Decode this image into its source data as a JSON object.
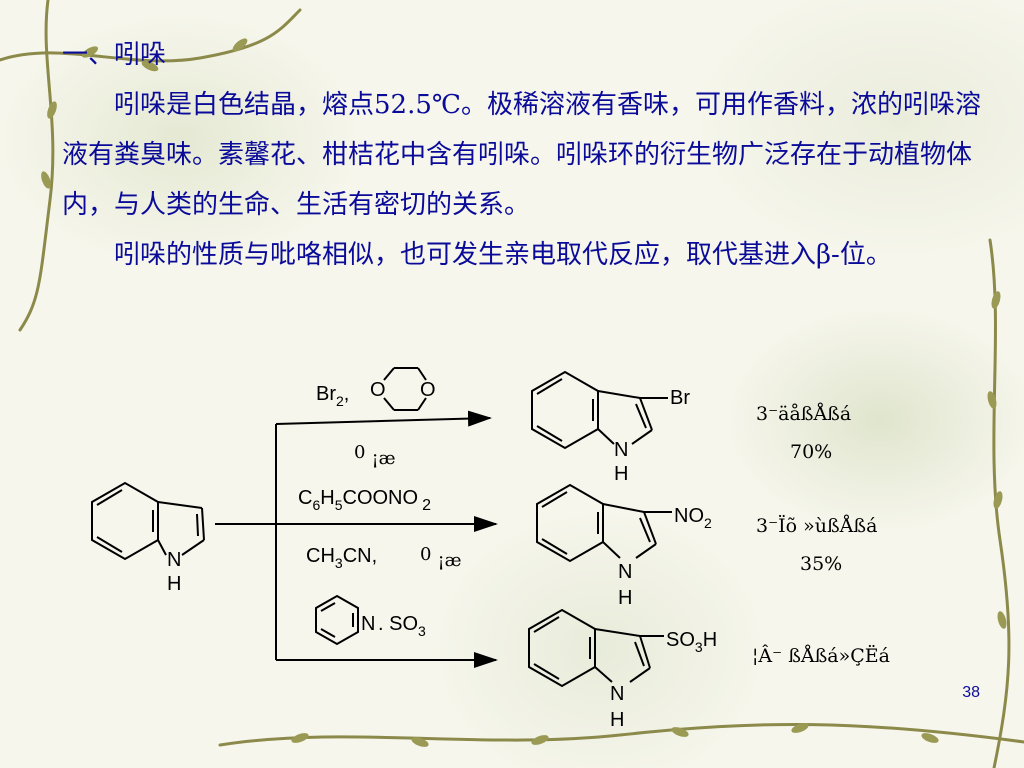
{
  "slide": {
    "heading": "一、吲哚",
    "paragraph1": "吲哚是白色结晶，熔点52.5℃。极稀溶液有香味，可用作香料，浓的吲哚溶液有粪臭味。素馨花、柑桔花中含有吲哚。吲哚环的衍生物广泛存在于动植物体内，与人类的生命、生活有密切的关系。",
    "paragraph2": "吲哚的性质与吡咯相似，也可发生亲电取代反应，取代基进入β-位。",
    "page_number": "38"
  },
  "scheme": {
    "reactant": {
      "N": "N",
      "H": "H"
    },
    "reaction1": {
      "reagent_br": "Br",
      "reagent_br_sub": "2",
      "reagent_sep": ",",
      "dioxane_o1": "O",
      "dioxane_o2": "O",
      "condition_temp": "0",
      "condition_garbled": "¡æ",
      "product_substituent": "Br",
      "product_N": "N",
      "product_H": "H",
      "product_name": "3⁻äåßÅßá",
      "yield": "70%"
    },
    "reaction2": {
      "reagent_C": "C",
      "reagent_sub6": "6",
      "reagent_H": "H",
      "reagent_sub5": "5",
      "reagent_rest": "COONO",
      "reagent_sub2": "2",
      "solvent_CH": "CH",
      "solvent_sub3": "3",
      "solvent_CN": "CN,",
      "condition_temp": "0",
      "condition_garbled": "¡æ",
      "product_NO": "NO",
      "product_sub2": "2",
      "product_N": "N",
      "product_H": "H",
      "product_name": "3⁻Ïõ »ùßÅßá",
      "yield": "35%"
    },
    "reaction3": {
      "reagent_N": "N",
      "reagent_SO": ". SO",
      "reagent_sub3": "3",
      "product_SO": "SO",
      "product_sub3": "3",
      "product_H_acid": "H",
      "product_N": "N",
      "product_H": "H",
      "product_name": "¦Â⁻ ßÅßá»ÇËá"
    }
  }
}
